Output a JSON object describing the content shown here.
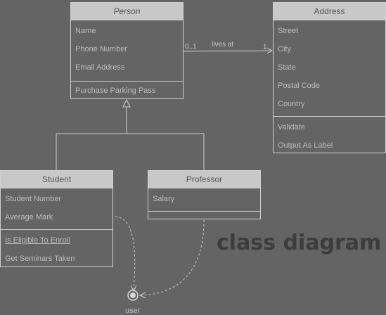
{
  "classes": {
    "person": {
      "name": "Person",
      "attributes": [
        "Name",
        "Phone Number",
        "Email Address"
      ],
      "operations": [
        "Purchase Parking Pass"
      ]
    },
    "address": {
      "name": "Address",
      "attributes": [
        "Street",
        "City",
        "State",
        "Postal Code",
        "Country"
      ],
      "operations": [
        "Validate",
        "Output As Label"
      ]
    },
    "student": {
      "name": "Student",
      "attributes": [
        "Student Number",
        "Average Mark"
      ],
      "operations": [
        "Is Eligible To Enroll",
        "Get Seminars Taken"
      ]
    },
    "professor": {
      "name": "Professor",
      "attributes": [
        "Salary"
      ],
      "operations": []
    }
  },
  "association": {
    "label": "lives at",
    "source_multiplicity": "0..1",
    "target_multiplicity": "1"
  },
  "actor": {
    "label": "user"
  },
  "title": "class diagram",
  "colors": {
    "background": "#646464",
    "border": "#cfcfcf",
    "header": "#c8c8c8",
    "title": "#3c3c3c"
  }
}
